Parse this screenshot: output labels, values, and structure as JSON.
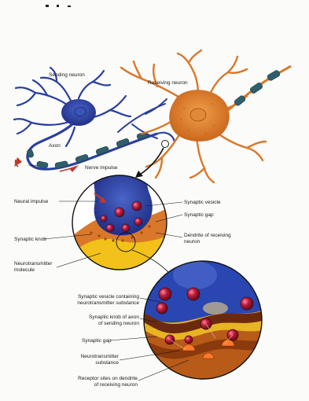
{
  "labels": {
    "sending_neuron": "Sending neuron",
    "receiving_neuron": "Receiving neuron",
    "axon": "Axon",
    "nerve_impulse": "Nerve impulse",
    "neural_impulse": "Neural impulse",
    "synaptic_vesicle": "Synaptic vesicle",
    "synaptic_gap": "Synaptic gap",
    "synaptic_knob": "Synaptic knob",
    "dendrite_receiving": "Dendrite of receiving\nneuron",
    "neurotransmitter_molecule": "Neurotransmitter\nmolecule",
    "vesicle_containing": "Synaptic vesicle containing\nneurotransmitter substance",
    "knob_of_axon": "Synaptic knob of axon\nof sending neuron",
    "synaptic_gap_2": "Synaptic gap",
    "neurotransmitter_substance": "Neurotransmitter\nsubstance",
    "receptor_sites": "Receptor sites on dendrite\nof receiving neuron"
  },
  "colors": {
    "sending_neuron": "#2a3f9e",
    "receiving_neuron": "#d9782a",
    "myelin": "#2f5f6a",
    "impulse_arrow": "#c0392b",
    "gap_fluid": "#f2c21a",
    "vesicle": "#b01030"
  }
}
